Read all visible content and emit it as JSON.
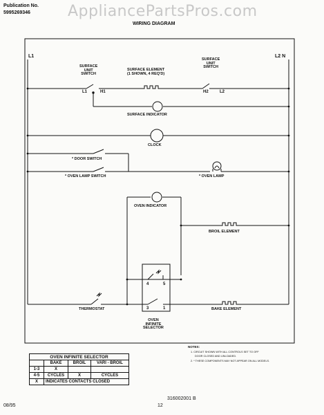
{
  "header": {
    "publication_label": "Publication No.",
    "publication_number": "5995269346",
    "title": "WIRING DIAGRAM",
    "watermark": "AppliancePartsPros.com"
  },
  "lines": {
    "left": "L1",
    "right": "L2 N"
  },
  "components": {
    "surface_unit_switch_left": "SURFACE\nUNIT\nSWITCH",
    "surface_element": "SURFACE ELEMENT\n(1 SHOWN, 4 REQ'D)",
    "surface_unit_switch_right": "SURFACE\nUNIT\nSWITCH",
    "terminal_l1": "L1",
    "terminal_h1": "H1",
    "terminal_h2": "H2",
    "terminal_l2": "L2",
    "surface_indicator": "SURFACE INDICATOR",
    "clock": "CLOCK",
    "door_switch": "* DOOR SWITCH",
    "oven_lamp_switch": "* OVEN LAMP SWITCH",
    "oven_lamp": "* OVEN LAMP",
    "oven_indicator": "OVEN INDICATOR",
    "broil_element": "BROIL ELEMENT",
    "thermostat": "THERMOSTAT",
    "bake_element": "BAKE ELEMENT",
    "oven_infinite_selector": "OVEN\nINFINITE\nSELECTOR",
    "selector_terminals": [
      "4",
      "5",
      "3",
      "1"
    ]
  },
  "selector_table": {
    "title": "OVEN INFINITE SELECTOR",
    "headers": [
      "",
      "BAKE",
      "BROIL",
      "VARI - BROIL"
    ],
    "rows": [
      [
        "1-3",
        "X",
        "",
        ""
      ],
      [
        "4-5",
        "CYCLES",
        "X",
        "CYCLES"
      ],
      [
        "X",
        "INDICATES CONTACTS CLOSED",
        "",
        ""
      ]
    ]
  },
  "notes": {
    "heading": "NOTES:",
    "note1": "1. CIRCUIT SHOWN WITH ALL CONTROLS SET TO OFF",
    "note1b": "DOOR CLOSED AND UNLOADED.",
    "note2": "2. * THESE COMPONENTS MAY NOT APPEAR ON ALL MODELS."
  },
  "footer": {
    "part_number": "316002001 B",
    "date": "08/95",
    "page": "12"
  }
}
